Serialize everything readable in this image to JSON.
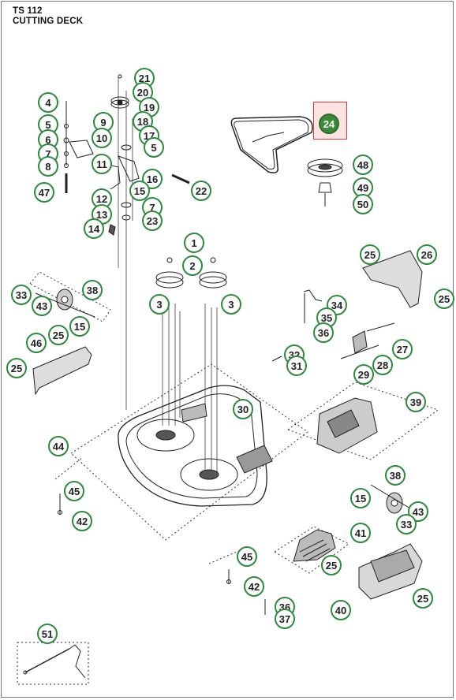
{
  "header": {
    "model": "TS 112",
    "section": "CUTTING DECK"
  },
  "highlight_color": "#3a8a3a",
  "callout_color": "#2d8a3e",
  "callouts": [
    {
      "id": "c21",
      "label": "21"
    },
    {
      "id": "c20",
      "label": "20"
    },
    {
      "id": "c19",
      "label": "19"
    },
    {
      "id": "c18",
      "label": "18"
    },
    {
      "id": "c17",
      "label": "17"
    },
    {
      "id": "c5a",
      "label": "5"
    },
    {
      "id": "c9",
      "label": "9"
    },
    {
      "id": "c10",
      "label": "10"
    },
    {
      "id": "c11",
      "label": "11"
    },
    {
      "id": "c4",
      "label": "4"
    },
    {
      "id": "c5b",
      "label": "5"
    },
    {
      "id": "c6",
      "label": "6"
    },
    {
      "id": "c7a",
      "label": "7"
    },
    {
      "id": "c8",
      "label": "8"
    },
    {
      "id": "c47",
      "label": "47"
    },
    {
      "id": "c16",
      "label": "16"
    },
    {
      "id": "c15a",
      "label": "15"
    },
    {
      "id": "c22",
      "label": "22"
    },
    {
      "id": "c12",
      "label": "12"
    },
    {
      "id": "c13",
      "label": "13"
    },
    {
      "id": "c14",
      "label": "14"
    },
    {
      "id": "c7b",
      "label": "7"
    },
    {
      "id": "c23",
      "label": "23"
    },
    {
      "id": "c24",
      "label": "24",
      "highlight": true
    },
    {
      "id": "c48",
      "label": "48"
    },
    {
      "id": "c49",
      "label": "49"
    },
    {
      "id": "c50",
      "label": "50"
    },
    {
      "id": "c1",
      "label": "1"
    },
    {
      "id": "c2",
      "label": "2"
    },
    {
      "id": "c3a",
      "label": "3"
    },
    {
      "id": "c3b",
      "label": "3"
    },
    {
      "id": "c25a",
      "label": "25"
    },
    {
      "id": "c26",
      "label": "26"
    },
    {
      "id": "c25b",
      "label": "25"
    },
    {
      "id": "c33a",
      "label": "33"
    },
    {
      "id": "c38a",
      "label": "38"
    },
    {
      "id": "c43a",
      "label": "43"
    },
    {
      "id": "c15b",
      "label": "15"
    },
    {
      "id": "c34",
      "label": "34"
    },
    {
      "id": "c35",
      "label": "35"
    },
    {
      "id": "c36a",
      "label": "36"
    },
    {
      "id": "c46",
      "label": "46"
    },
    {
      "id": "c25c",
      "label": "25"
    },
    {
      "id": "c25d",
      "label": "25"
    },
    {
      "id": "c32",
      "label": "32"
    },
    {
      "id": "c31",
      "label": "31"
    },
    {
      "id": "c27",
      "label": "27"
    },
    {
      "id": "c28",
      "label": "28"
    },
    {
      "id": "c29",
      "label": "29"
    },
    {
      "id": "c39",
      "label": "39"
    },
    {
      "id": "c30",
      "label": "30"
    },
    {
      "id": "c44",
      "label": "44"
    },
    {
      "id": "c45a",
      "label": "45"
    },
    {
      "id": "c42a",
      "label": "42"
    },
    {
      "id": "c38b",
      "label": "38"
    },
    {
      "id": "c15c",
      "label": "15"
    },
    {
      "id": "c43b",
      "label": "43"
    },
    {
      "id": "c33b",
      "label": "33"
    },
    {
      "id": "c41",
      "label": "41"
    },
    {
      "id": "c25e",
      "label": "25"
    },
    {
      "id": "c45b",
      "label": "45"
    },
    {
      "id": "c42b",
      "label": "42"
    },
    {
      "id": "c36b",
      "label": "36"
    },
    {
      "id": "c37",
      "label": "37"
    },
    {
      "id": "c40",
      "label": "40"
    },
    {
      "id": "c25f",
      "label": "25"
    },
    {
      "id": "c51",
      "label": "51"
    }
  ]
}
